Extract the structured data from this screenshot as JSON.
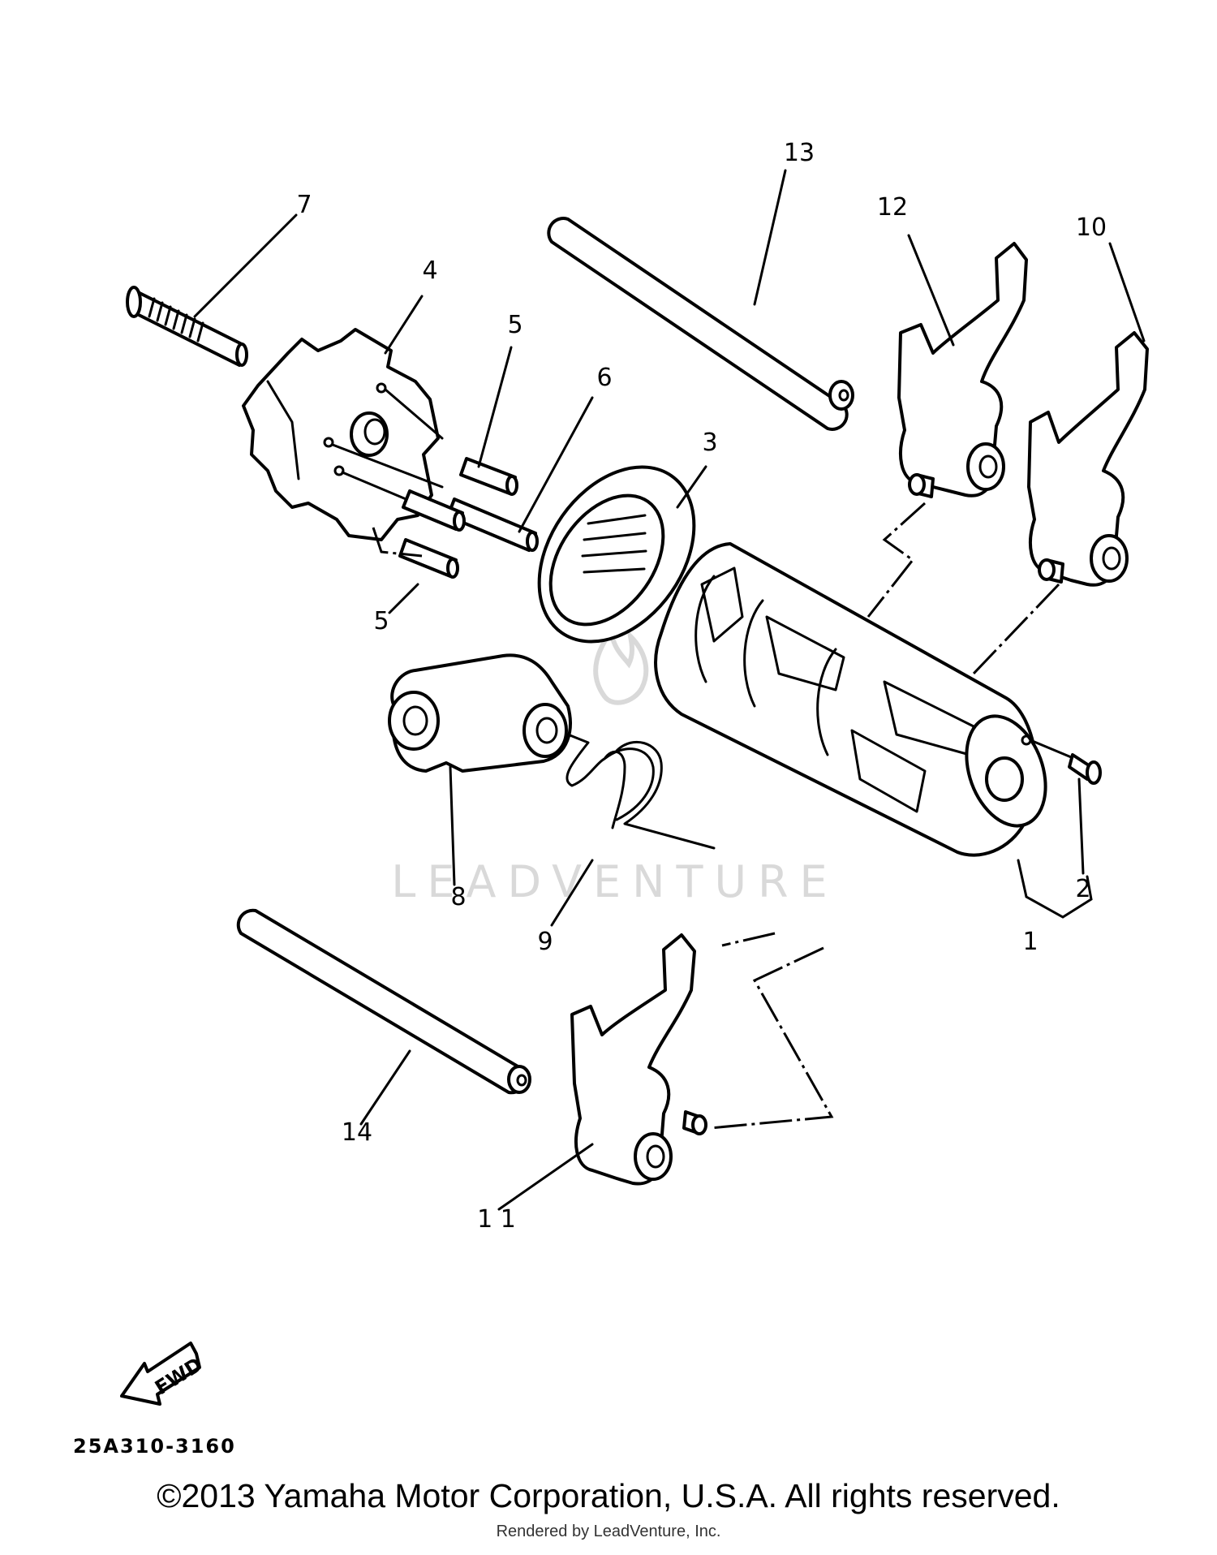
{
  "diagram": {
    "callouts": {
      "c1": "1",
      "c2": "2",
      "c3": "3",
      "c4": "4",
      "c5a": "5",
      "c5b": "5",
      "c6": "6",
      "c7": "7",
      "c8": "8",
      "c9": "9",
      "c10": "10",
      "c11": "1 1",
      "c12": "12",
      "c13": "13",
      "c14": "14"
    },
    "part_code": "25A310-3160",
    "fwd_label": "FWD",
    "watermark": "LEADVENTURE"
  },
  "footer": {
    "copyright": "©2013 Yamaha Motor Corporation, U.S.A. All rights reserved.",
    "rendered_by": "Rendered by LeadVenture, Inc."
  }
}
